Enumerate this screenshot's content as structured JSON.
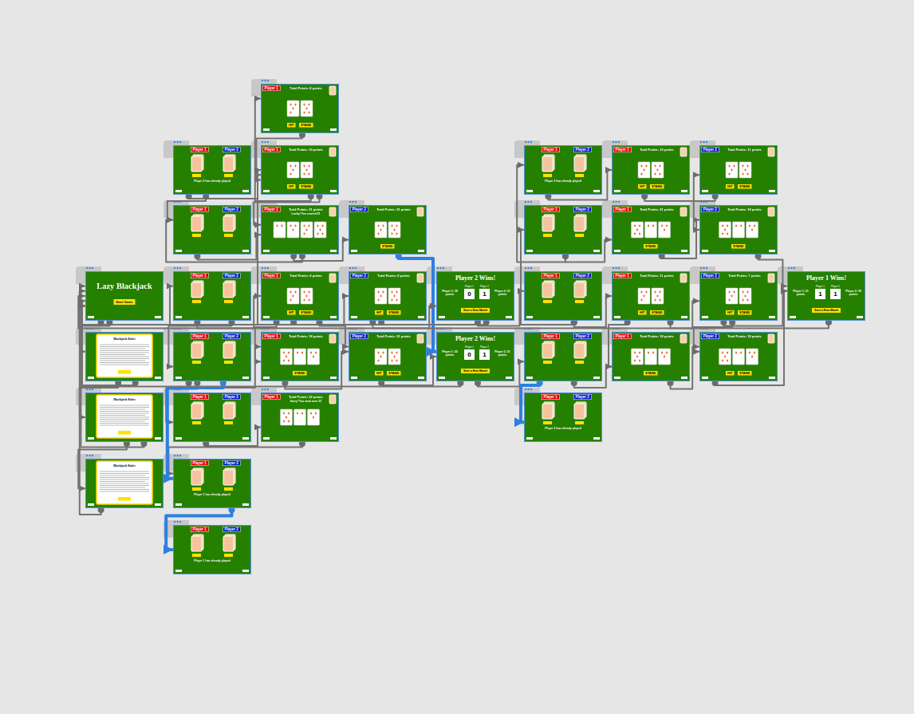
{
  "diagram": {
    "nodes": [
      {
        "text": [
          "Player 1",
          "Total Points: 8 points",
          "HIT",
          "STAND"
        ]
      },
      {
        "text": [
          "Player 1",
          "Player 2",
          "Player 2 has already played"
        ]
      },
      {
        "text": [
          "Player 1",
          "Total Points: 10 points",
          "HIT",
          "STAND"
        ]
      },
      {
        "text": [
          "Player 1",
          "Player 2",
          "Player 2 has already played"
        ]
      },
      {
        "text": [
          "Player 1",
          "Total Points: 10 points",
          "HIT",
          "STAND"
        ]
      },
      {
        "text": [
          "Player 2",
          "Total Points: 11 points",
          "HIT",
          "STAND"
        ]
      },
      {
        "text": [
          "Player 1",
          "Player 2"
        ]
      },
      {
        "text": [
          "Player 1",
          "Total Points: 21 points",
          "Lucky! You scored 21"
        ]
      },
      {
        "text": [
          "Player 2",
          "Total Points: 21 points",
          "STAND"
        ]
      },
      {
        "text": [
          "Player 1",
          "Player 2"
        ]
      },
      {
        "text": [
          "Player 1",
          "Total Points: 21 points",
          "STAND"
        ]
      },
      {
        "text": [
          "Player 2",
          "Total Points: 18 points",
          "STAND"
        ]
      },
      {
        "text": [
          "Lazy Blackjack",
          "Start Game"
        ]
      },
      {
        "text": [
          "Player 1",
          "Player 2"
        ]
      },
      {
        "text": [
          "Player 1",
          "Total Points: 8 points",
          "HIT",
          "STAND"
        ]
      },
      {
        "text": [
          "Player 2",
          "Total Points: 8 points",
          "HIT",
          "STAND"
        ]
      },
      {
        "text": [
          "Player 2 Wins!",
          "Player 1",
          "Player 2",
          "0",
          "1",
          "Player 1: 18 points",
          "Player 2: 21 points",
          "Start a New Match"
        ]
      },
      {
        "text": [
          "Player 1",
          "Player 2"
        ]
      },
      {
        "text": [
          "Player 1",
          "Total Points: 11 points",
          "HIT",
          "STAND"
        ]
      },
      {
        "text": [
          "Player 2",
          "Total Points: 7 points",
          "HIT",
          "STAND"
        ]
      },
      {
        "text": [
          "Player 1 Wins!",
          "Player 1",
          "Player 2",
          "1",
          "1",
          "Player 1: 21 points",
          "Player 2: 18 points",
          "Start a New Match"
        ]
      },
      {
        "text": [
          "Blackjack Rules"
        ]
      },
      {
        "text": [
          "Player 1",
          "Player 2"
        ]
      },
      {
        "text": [
          "Player 1",
          "Total Points: 18 points",
          "STAND"
        ]
      },
      {
        "text": [
          "Player 2",
          "Total Points: 21 points",
          "HIT",
          "STAND"
        ]
      },
      {
        "text": [
          "Player 2 Wins!",
          "Player 1",
          "Player 2",
          "0",
          "1",
          "Player 1: 22 points",
          "Player 2: 21 points",
          "Start a New Match"
        ]
      },
      {
        "text": [
          "Player 1",
          "Player 2"
        ]
      },
      {
        "text": [
          "Player 1",
          "Total Points: 18 points",
          "STAND"
        ]
      },
      {
        "text": [
          "Player 2",
          "Total Points: 18 points",
          "HIT",
          "STAND"
        ]
      },
      {
        "text": [
          "Blackjack Rules"
        ]
      },
      {
        "text": [
          "Player 1",
          "Player 2"
        ]
      },
      {
        "text": [
          "Player 1",
          "Total Points: 22 points",
          "Sorry! You went over 21"
        ]
      },
      {
        "text": [
          "Player 1",
          "Player 2",
          "Player 2 has already played"
        ]
      },
      {
        "text": [
          "Blackjack Rules"
        ]
      },
      {
        "text": [
          "Player 1",
          "Player 2",
          "Player 1 has already played"
        ]
      },
      {
        "text": [
          "Player 1",
          "Player 2",
          "Player 1 has already played"
        ]
      }
    ],
    "edges": [
      {
        "from": 12,
        "to": 13,
        "arrow": "to"
      },
      {
        "from": 12,
        "to": 21,
        "arrow": "to"
      },
      {
        "from": 21,
        "to": 29,
        "arrow": "to"
      },
      {
        "from": 29,
        "to": 33,
        "arrow": "to"
      },
      {
        "from": 21,
        "to": 12,
        "arrow": "to"
      },
      {
        "from": 29,
        "to": 12,
        "arrow": "to"
      },
      {
        "from": 33,
        "to": 12,
        "arrow": "to"
      },
      {
        "from": 13,
        "to": 14,
        "arrow": "to"
      },
      {
        "from": 14,
        "to": 2,
        "arrow": "to"
      },
      {
        "from": 0,
        "to": 2,
        "arrow": "to"
      },
      {
        "from": 2,
        "to": 0,
        "arrow": "to"
      },
      {
        "from": 2,
        "to": 7,
        "arrow": "to"
      },
      {
        "from": 1,
        "to": 2,
        "arrow": "to"
      },
      {
        "from": 6,
        "to": 7,
        "arrow": "to"
      },
      {
        "from": 7,
        "to": 8,
        "arrow": "to"
      },
      {
        "from": 7,
        "to": 6,
        "arrow": "to"
      },
      {
        "from": 8,
        "to": 25,
        "arrow": "to"
      },
      {
        "from": 14,
        "to": 15,
        "arrow": "to"
      },
      {
        "from": 14,
        "to": 23,
        "arrow": "to"
      },
      {
        "from": 15,
        "to": 16,
        "arrow": "to"
      },
      {
        "from": 15,
        "to": 24,
        "arrow": "to"
      },
      {
        "from": 16,
        "to": 17,
        "arrow": "to"
      },
      {
        "from": 17,
        "to": 18,
        "arrow": "to"
      },
      {
        "from": 18,
        "to": 19,
        "arrow": "to"
      },
      {
        "from": 18,
        "to": 27,
        "arrow": "to"
      },
      {
        "from": 19,
        "to": 20,
        "arrow": "to"
      },
      {
        "from": 19,
        "to": 28,
        "arrow": "to"
      },
      {
        "from": 20,
        "to": 12,
        "arrow": "to"
      },
      {
        "from": 16,
        "to": 12,
        "arrow": "to"
      },
      {
        "from": 13,
        "to": 22,
        "arrow": "to"
      },
      {
        "from": 22,
        "to": 23,
        "arrow": "to"
      },
      {
        "from": 23,
        "to": 24,
        "arrow": "to"
      },
      {
        "from": 24,
        "to": 25,
        "arrow": "to"
      },
      {
        "from": 25,
        "to": 26,
        "arrow": "to"
      },
      {
        "from": 26,
        "to": 27,
        "arrow": "to"
      },
      {
        "from": 27,
        "to": 28,
        "arrow": "to"
      },
      {
        "from": 28,
        "to": 20,
        "arrow": "to"
      },
      {
        "from": 3,
        "to": 4,
        "arrow": "to"
      },
      {
        "from": 4,
        "to": 5,
        "arrow": "to"
      },
      {
        "from": 9,
        "to": 10,
        "arrow": "to"
      },
      {
        "from": 10,
        "to": 11,
        "arrow": "to"
      },
      {
        "from": 11,
        "to": 20,
        "arrow": "to"
      },
      {
        "from": 5,
        "to": 11,
        "arrow": "to"
      },
      {
        "from": 22,
        "to": 30,
        "arrow": "to"
      },
      {
        "from": 30,
        "to": 31,
        "arrow": "to"
      },
      {
        "from": 31,
        "to": 34,
        "arrow": "to"
      },
      {
        "from": 22,
        "to": 34,
        "arrow": "to"
      },
      {
        "from": 34,
        "to": 35,
        "arrow": "to"
      },
      {
        "from": 26,
        "to": 32,
        "arrow": "to"
      },
      {
        "from": 25,
        "to": 12,
        "arrow": "to"
      },
      {
        "from": 1,
        "to": 6,
        "arrow": "to"
      },
      {
        "from": 9,
        "to": 3,
        "arrow": "to"
      },
      {
        "from": 17,
        "to": 9,
        "arrow": "to"
      }
    ]
  }
}
